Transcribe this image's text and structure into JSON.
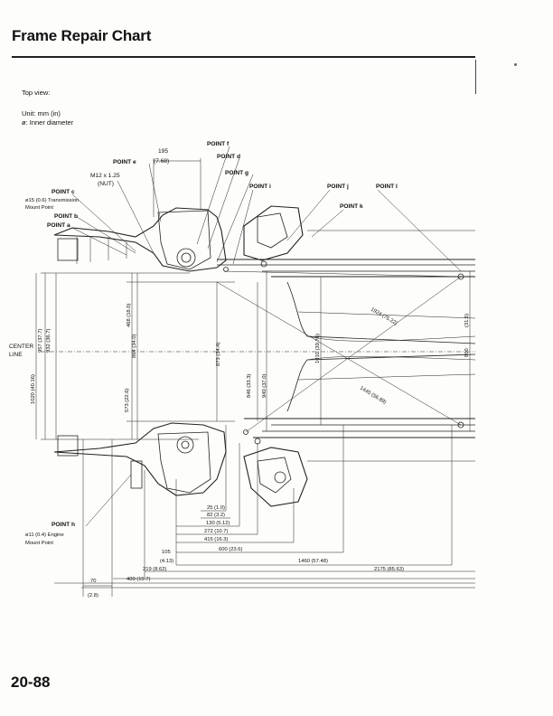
{
  "title": "Frame Repair Chart",
  "page_number": "20-88",
  "view_label": "Top view:",
  "unit_label": "Unit: mm (in)",
  "diameter_note": "ø: Inner diameter",
  "points": {
    "a": "POINT a",
    "b": "POINT b",
    "c": "POINT c",
    "c_desc_1": "ø15 (0.6) Transmission",
    "c_desc_2": "Mount Point",
    "e": "POINT e",
    "e_desc_1": "M12 x 1.25",
    "e_desc_2": "(NUT)",
    "f": "POINT f",
    "d": "POINT d",
    "g": "POINT g",
    "i": "POINT i",
    "j": "POINT j",
    "k": "POINT k",
    "l": "POINT l",
    "h": "POINT h",
    "h_desc_1": "ø11 (0.4) Engine",
    "h_desc_2": "Mount Point"
  },
  "center_line": [
    "CENTER",
    "LINE"
  ],
  "dimensions": {
    "top_195": "195",
    "top_195_in": "(7.68)",
    "v_957": "957 (37.7)",
    "v_932": "932 (36.7)",
    "v_1020": "1020 (40.16)",
    "v_468": "468 (18.0)",
    "v_864": "864 (34.0)",
    "v_573": "573 (22.6)",
    "v_873": "873 (34.4)",
    "v_846": "846 (33.3)",
    "v_940": "940 (37.0)",
    "v_1010": "1010 (39.76)",
    "v_800": "800",
    "v_315": "(31.5)",
    "d_1924": "1924 (75.22)",
    "d_1445": "1445 (56.89)",
    "h_25": "25 (1.0)",
    "h_82": "82 (3.2)",
    "h_130": "130 (5.12)",
    "h_272": "272 (10.7)",
    "h_415": "415 (16.3)",
    "h_600": "600 (23.6)",
    "h_105": "105",
    "h_105_in": "(4.13)",
    "h_1460": "1460 (57.48)",
    "h_219": "219 (8.62)",
    "h_2175": "2175 (85.63)",
    "h_400": "400 (15.7)",
    "h_70": "70",
    "h_70_in": "(2.8)"
  }
}
